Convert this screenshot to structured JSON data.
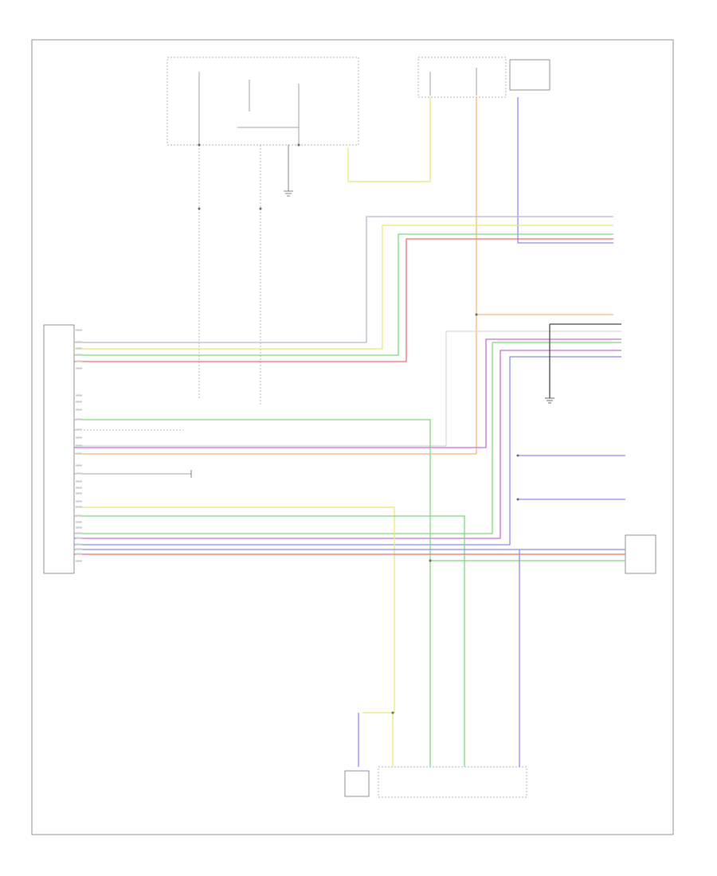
{
  "diagram": {
    "footer_code": "",
    "components": [
      {
        "id": "fuse-block-left",
        "text": ""
      },
      {
        "id": "fuse-block-right",
        "text": ""
      },
      {
        "id": "climate-control-unit",
        "text": ""
      },
      {
        "id": "ground-main",
        "text": ""
      },
      {
        "id": "ground-right",
        "text": ""
      },
      {
        "id": "ground-left",
        "text": ""
      },
      {
        "id": "sensor-bottom-left",
        "text": ""
      },
      {
        "id": "module-bottom",
        "text": ""
      }
    ]
  },
  "colors": {
    "gray": "#b8b8c8",
    "yellow": "#e8e878",
    "green": "#7ed87e",
    "orange": "#f4b870",
    "red": "#ec6f6f",
    "blue": "#8a8af0",
    "magenta": "#c86cd0",
    "black": "#444444"
  }
}
